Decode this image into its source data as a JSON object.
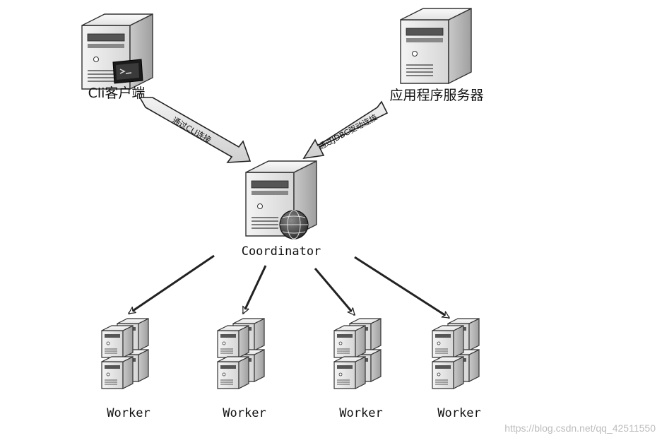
{
  "nodes": {
    "cli_client": {
      "label": "Cli客户端"
    },
    "app_server": {
      "label": "应用程序服务器"
    },
    "coordinator": {
      "label": "Coordinator"
    },
    "workers": [
      {
        "label": "Worker"
      },
      {
        "label": "Worker"
      },
      {
        "label": "Worker"
      },
      {
        "label": "Worker"
      }
    ]
  },
  "connections": {
    "cli_to_coordinator": "通过CLI连接",
    "app_to_coordinator": "通过JDBC驱动连接"
  },
  "watermark": "https://blog.csdn.net/qq_42511550",
  "colors": {
    "server_body": "#e9e9e9",
    "server_side": "#b9b9b9",
    "arrow_fill": "#dcdcdc",
    "line": "#222222"
  }
}
